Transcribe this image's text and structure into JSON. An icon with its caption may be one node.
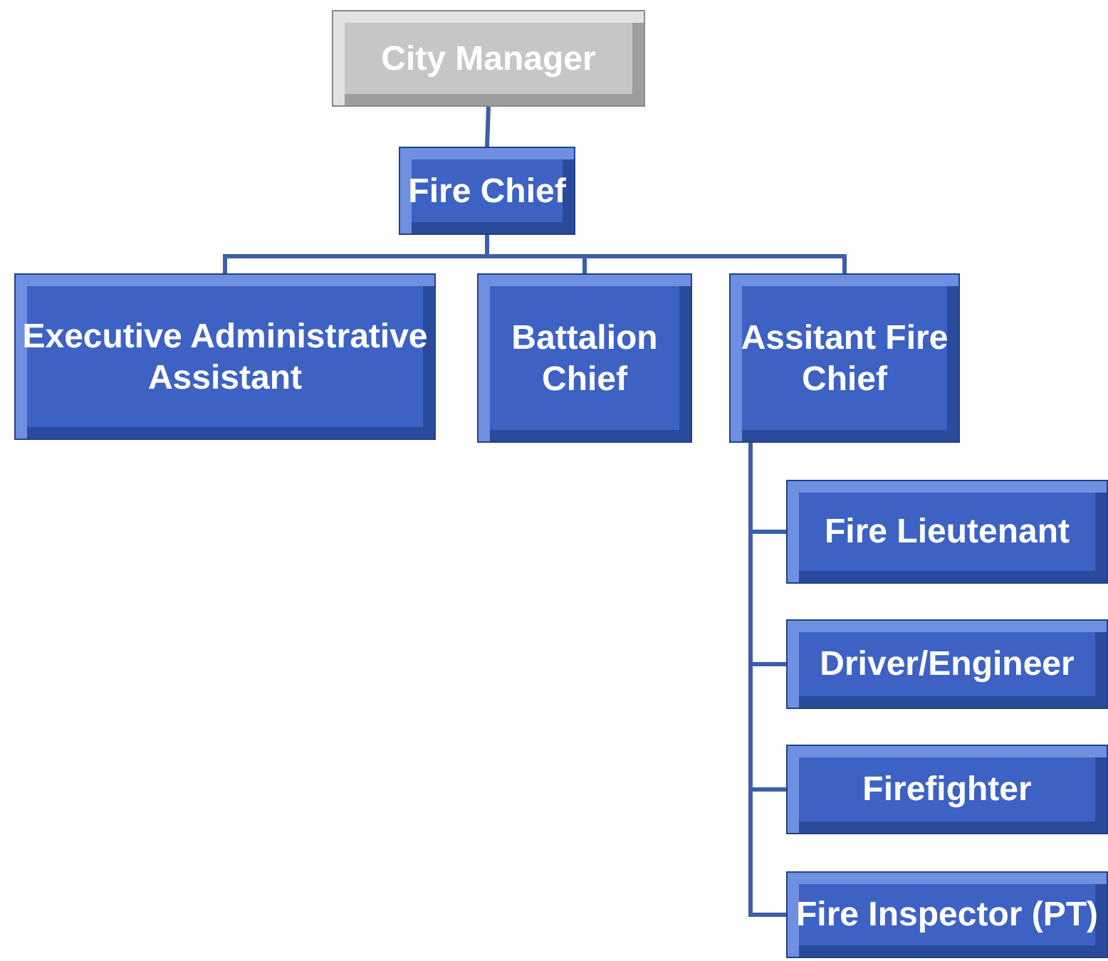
{
  "diagram": {
    "nodes": [
      {
        "text": [
          "City Manager"
        ]
      },
      {
        "text": [
          "Fire Chief"
        ]
      },
      {
        "text": [
          "Executive Administrative Assistant"
        ]
      },
      {
        "text": [
          "Battalion Chief"
        ]
      },
      {
        "text": [
          "Assitant Fire Chief"
        ]
      },
      {
        "text": [
          "Fire Lieutenant"
        ]
      },
      {
        "text": [
          "Driver/Engineer"
        ]
      },
      {
        "text": [
          "Firefighter"
        ]
      },
      {
        "text": [
          "Fire Inspector (PT)"
        ]
      }
    ],
    "edges": [
      {
        "from": 0,
        "to": 1,
        "arrow": "none"
      },
      {
        "from": 1,
        "to": 2,
        "arrow": "none"
      },
      {
        "from": 1,
        "to": 3,
        "arrow": "none"
      },
      {
        "from": 1,
        "to": 4,
        "arrow": "none"
      },
      {
        "from": 4,
        "to": 5,
        "arrow": "none"
      },
      {
        "from": 4,
        "to": 6,
        "arrow": "none"
      },
      {
        "from": 4,
        "to": 7,
        "arrow": "none"
      },
      {
        "from": 4,
        "to": 8,
        "arrow": "none"
      }
    ]
  }
}
